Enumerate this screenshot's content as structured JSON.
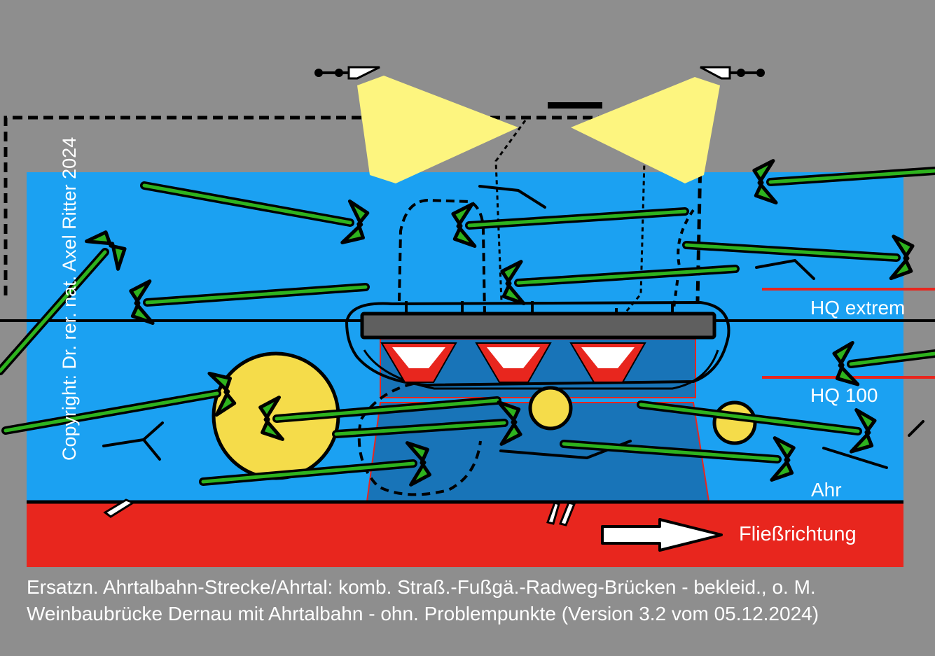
{
  "diagram": {
    "labels": {
      "hq_extrem": "HQ extrem",
      "hq_100": "HQ 100",
      "river": "Ahr",
      "flow_direction": "Fließrichtung"
    },
    "copyright": "Copyright: Dr. rer. nat. Axel Ritter 2024",
    "caption": {
      "line1": "Ersatzn. Ahrtalbahn-Strecke/Ahrtal: komb. Straß.-Fußgä.-Radweg-Brücken - bekleid., o. M.",
      "line2": "Weinbaubrücke Dernau mit Ahrtalbahn - ohn. Problempunkte (Version 3.2 vom 05.12.2024)"
    },
    "colors": {
      "background": "#8e8e8e",
      "water": "#1ba1f2",
      "deep_water": "#1874b8",
      "riverbed": "#e8261e",
      "flood_line": "#e8261e",
      "signal_light": "#fdf57f",
      "yellow_marker": "#f5dc4a",
      "tree_green": "#2eb31e",
      "deck": "#5f5f5f"
    }
  }
}
